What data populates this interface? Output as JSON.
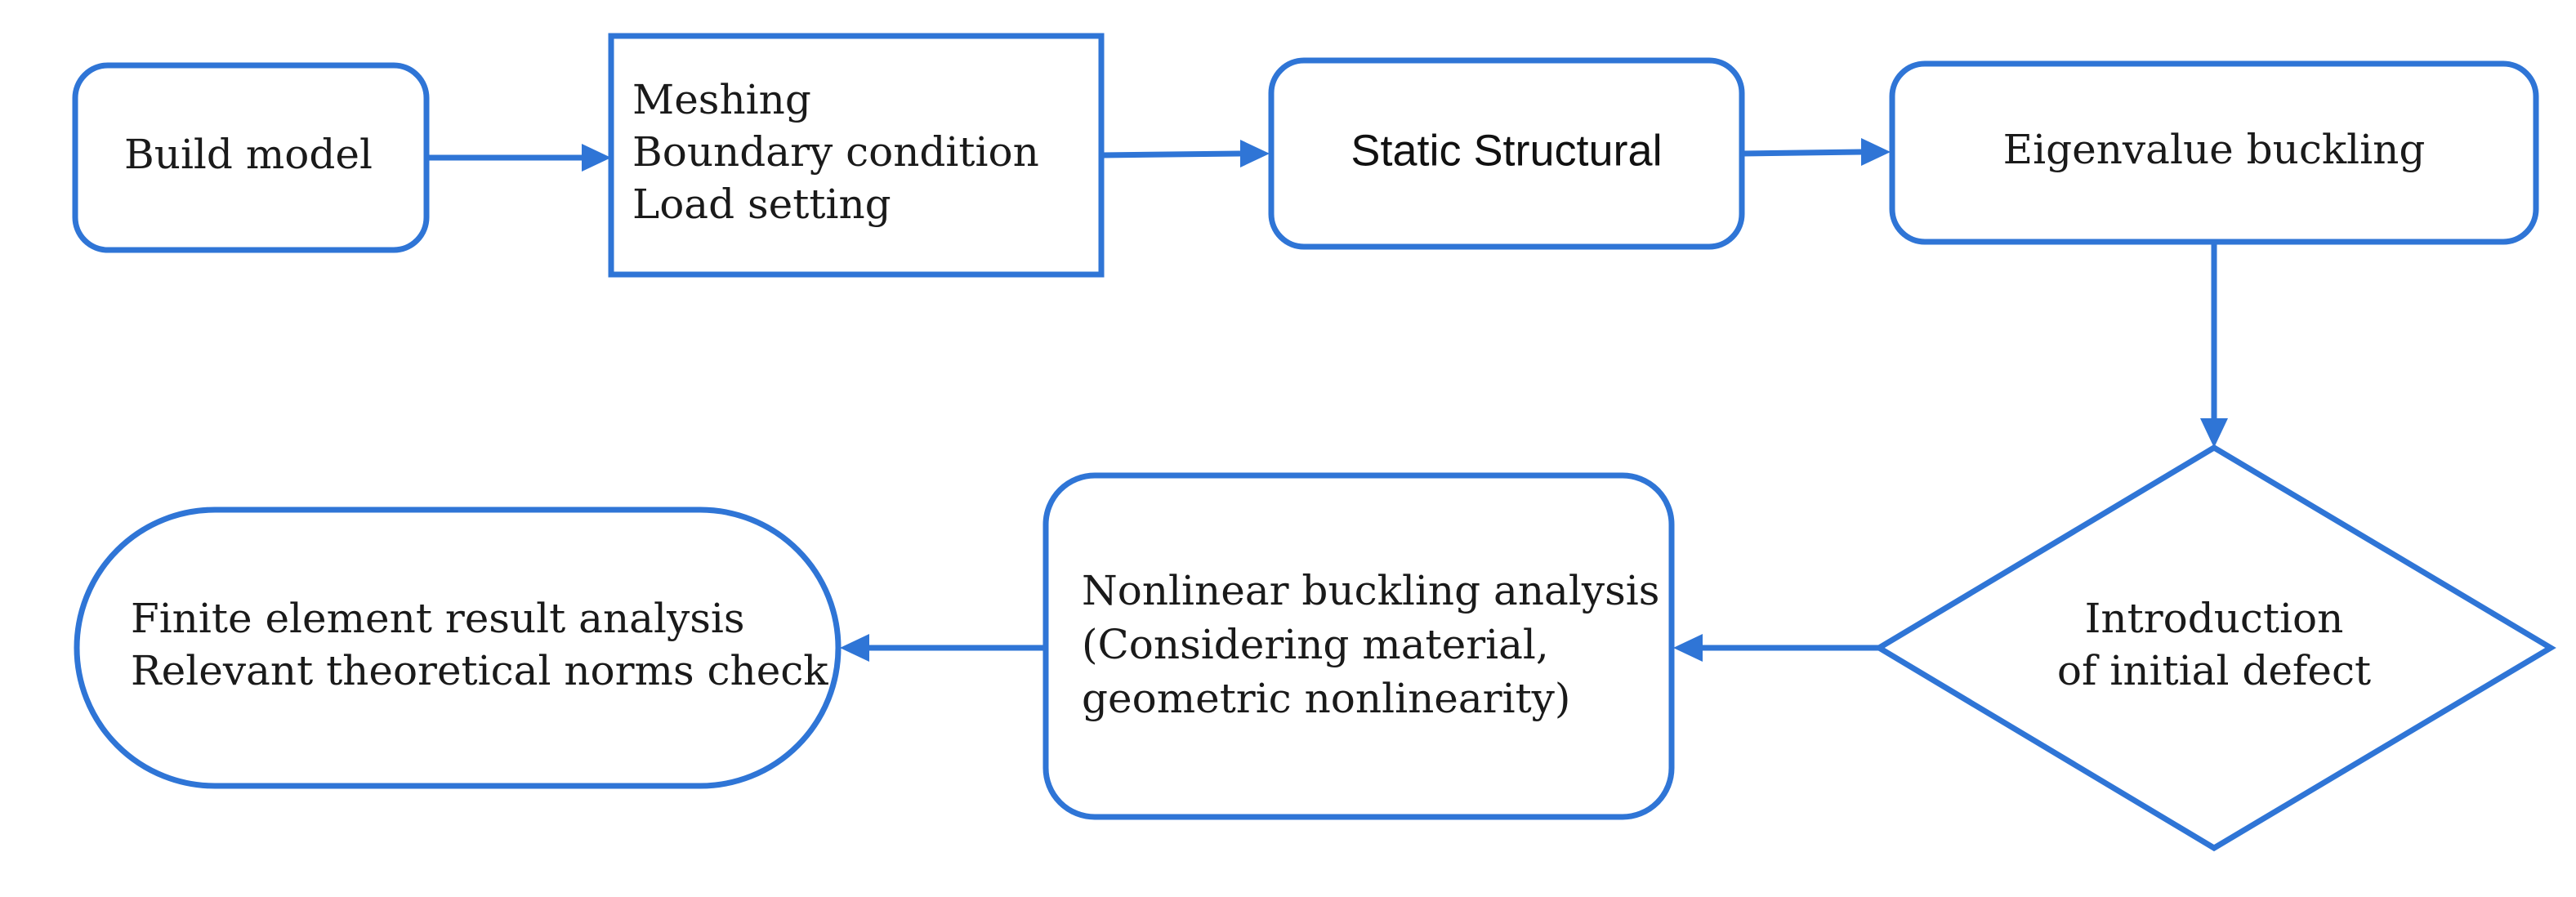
{
  "colors": {
    "stroke": "#2f75d6",
    "text": "#1a1a1a"
  },
  "nodes": {
    "build_model": {
      "lines": [
        "Build model"
      ]
    },
    "meshing": {
      "lines": [
        "Meshing",
        "Boundary condition",
        "Load setting"
      ]
    },
    "static_structural": {
      "lines": [
        "Static Structural"
      ]
    },
    "eigenvalue_buckling": {
      "lines": [
        "Eigenvalue buckling"
      ]
    },
    "initial_defect": {
      "lines": [
        "Introduction",
        "of initial defect"
      ]
    },
    "nonlinear_buckling": {
      "lines": [
        "Nonlinear buckling analysis",
        "(Considering material,",
        "geometric nonlinearity)"
      ]
    },
    "result_analysis": {
      "lines": [
        "Finite element result analysis",
        "Relevant theoretical norms check"
      ]
    }
  }
}
